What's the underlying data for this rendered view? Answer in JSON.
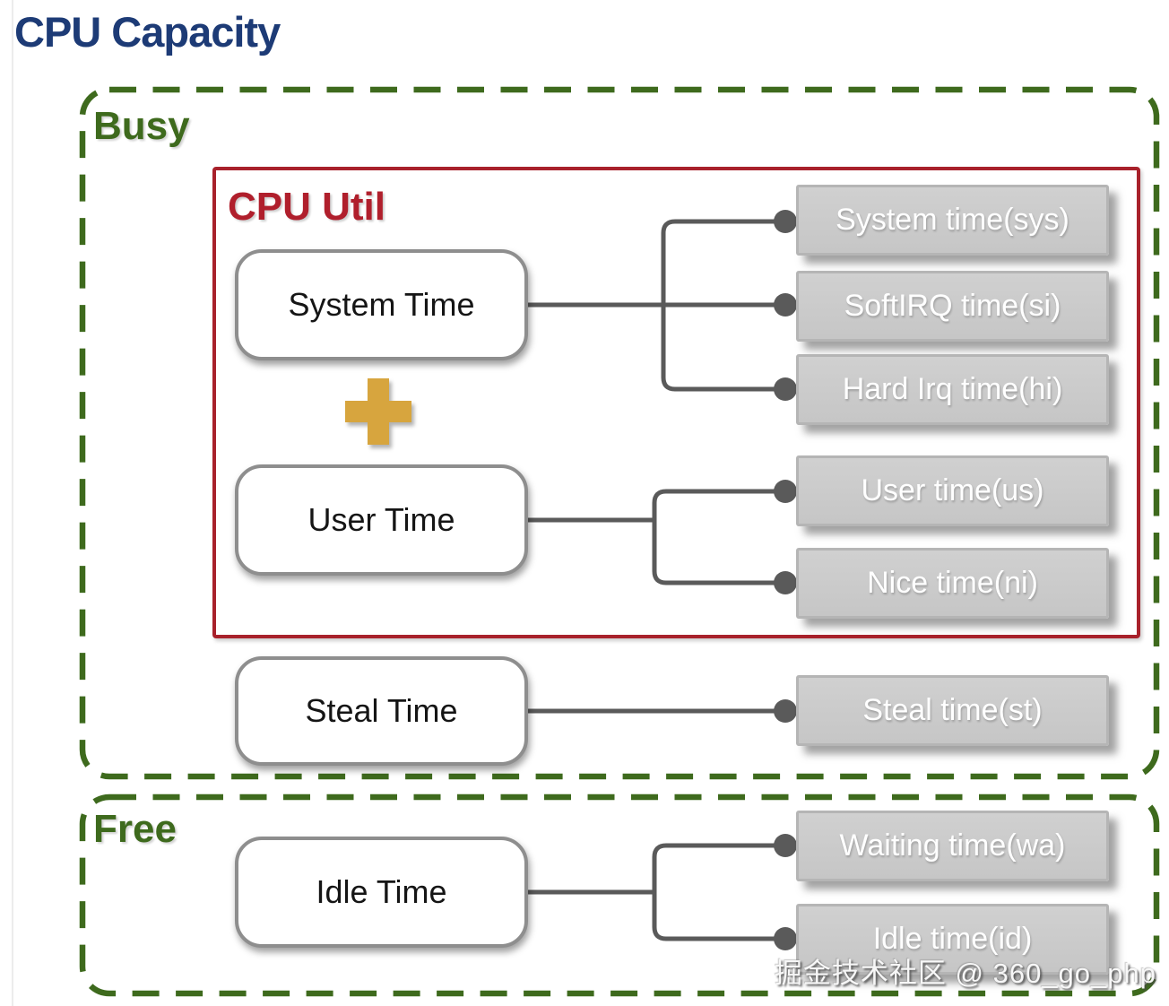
{
  "title": "CPU Capacity",
  "groups": {
    "busy": {
      "label": "Busy"
    },
    "free": {
      "label": "Free"
    },
    "cpu_util": {
      "label": "CPU Util"
    }
  },
  "nodes": {
    "system_time": {
      "label": "System Time"
    },
    "user_time": {
      "label": "User Time"
    },
    "steal_time": {
      "label": "Steal Time"
    },
    "idle_time": {
      "label": "Idle Time"
    }
  },
  "leaves": [
    {
      "label": "System time(sys)",
      "parent": "System Time"
    },
    {
      "label": "SoftIRQ time(si)",
      "parent": "System Time"
    },
    {
      "label": "Hard Irq time(hi)",
      "parent": "System Time"
    },
    {
      "label": "User time(us)",
      "parent": "User Time"
    },
    {
      "label": "Nice time(ni)",
      "parent": "User Time"
    },
    {
      "label": "Steal time(st)",
      "parent": "Steal Time"
    },
    {
      "label": "Waiting time(wa)",
      "parent": "Idle Time"
    },
    {
      "label": "Idle time(id)",
      "parent": "Idle Time"
    }
  ],
  "structure": {
    "busy_contains": [
      "CPU Util",
      "Steal Time"
    ],
    "cpu_util_contains": [
      "System Time",
      "User Time"
    ],
    "cpu_util_operator": "plus",
    "free_contains": [
      "Idle Time"
    ]
  },
  "icons": {
    "plus": "plus-icon"
  },
  "watermark": "掘金技术社区 @ 360_go_php",
  "colors": {
    "title_blue": "#1d3b76",
    "group_green": "#3e6a1d",
    "cpu_util_red": "#a8212b",
    "plus_gold": "#d7a53e",
    "leaf_gray": "#c9c9c9",
    "connector_gray": "#5a5a5a"
  }
}
